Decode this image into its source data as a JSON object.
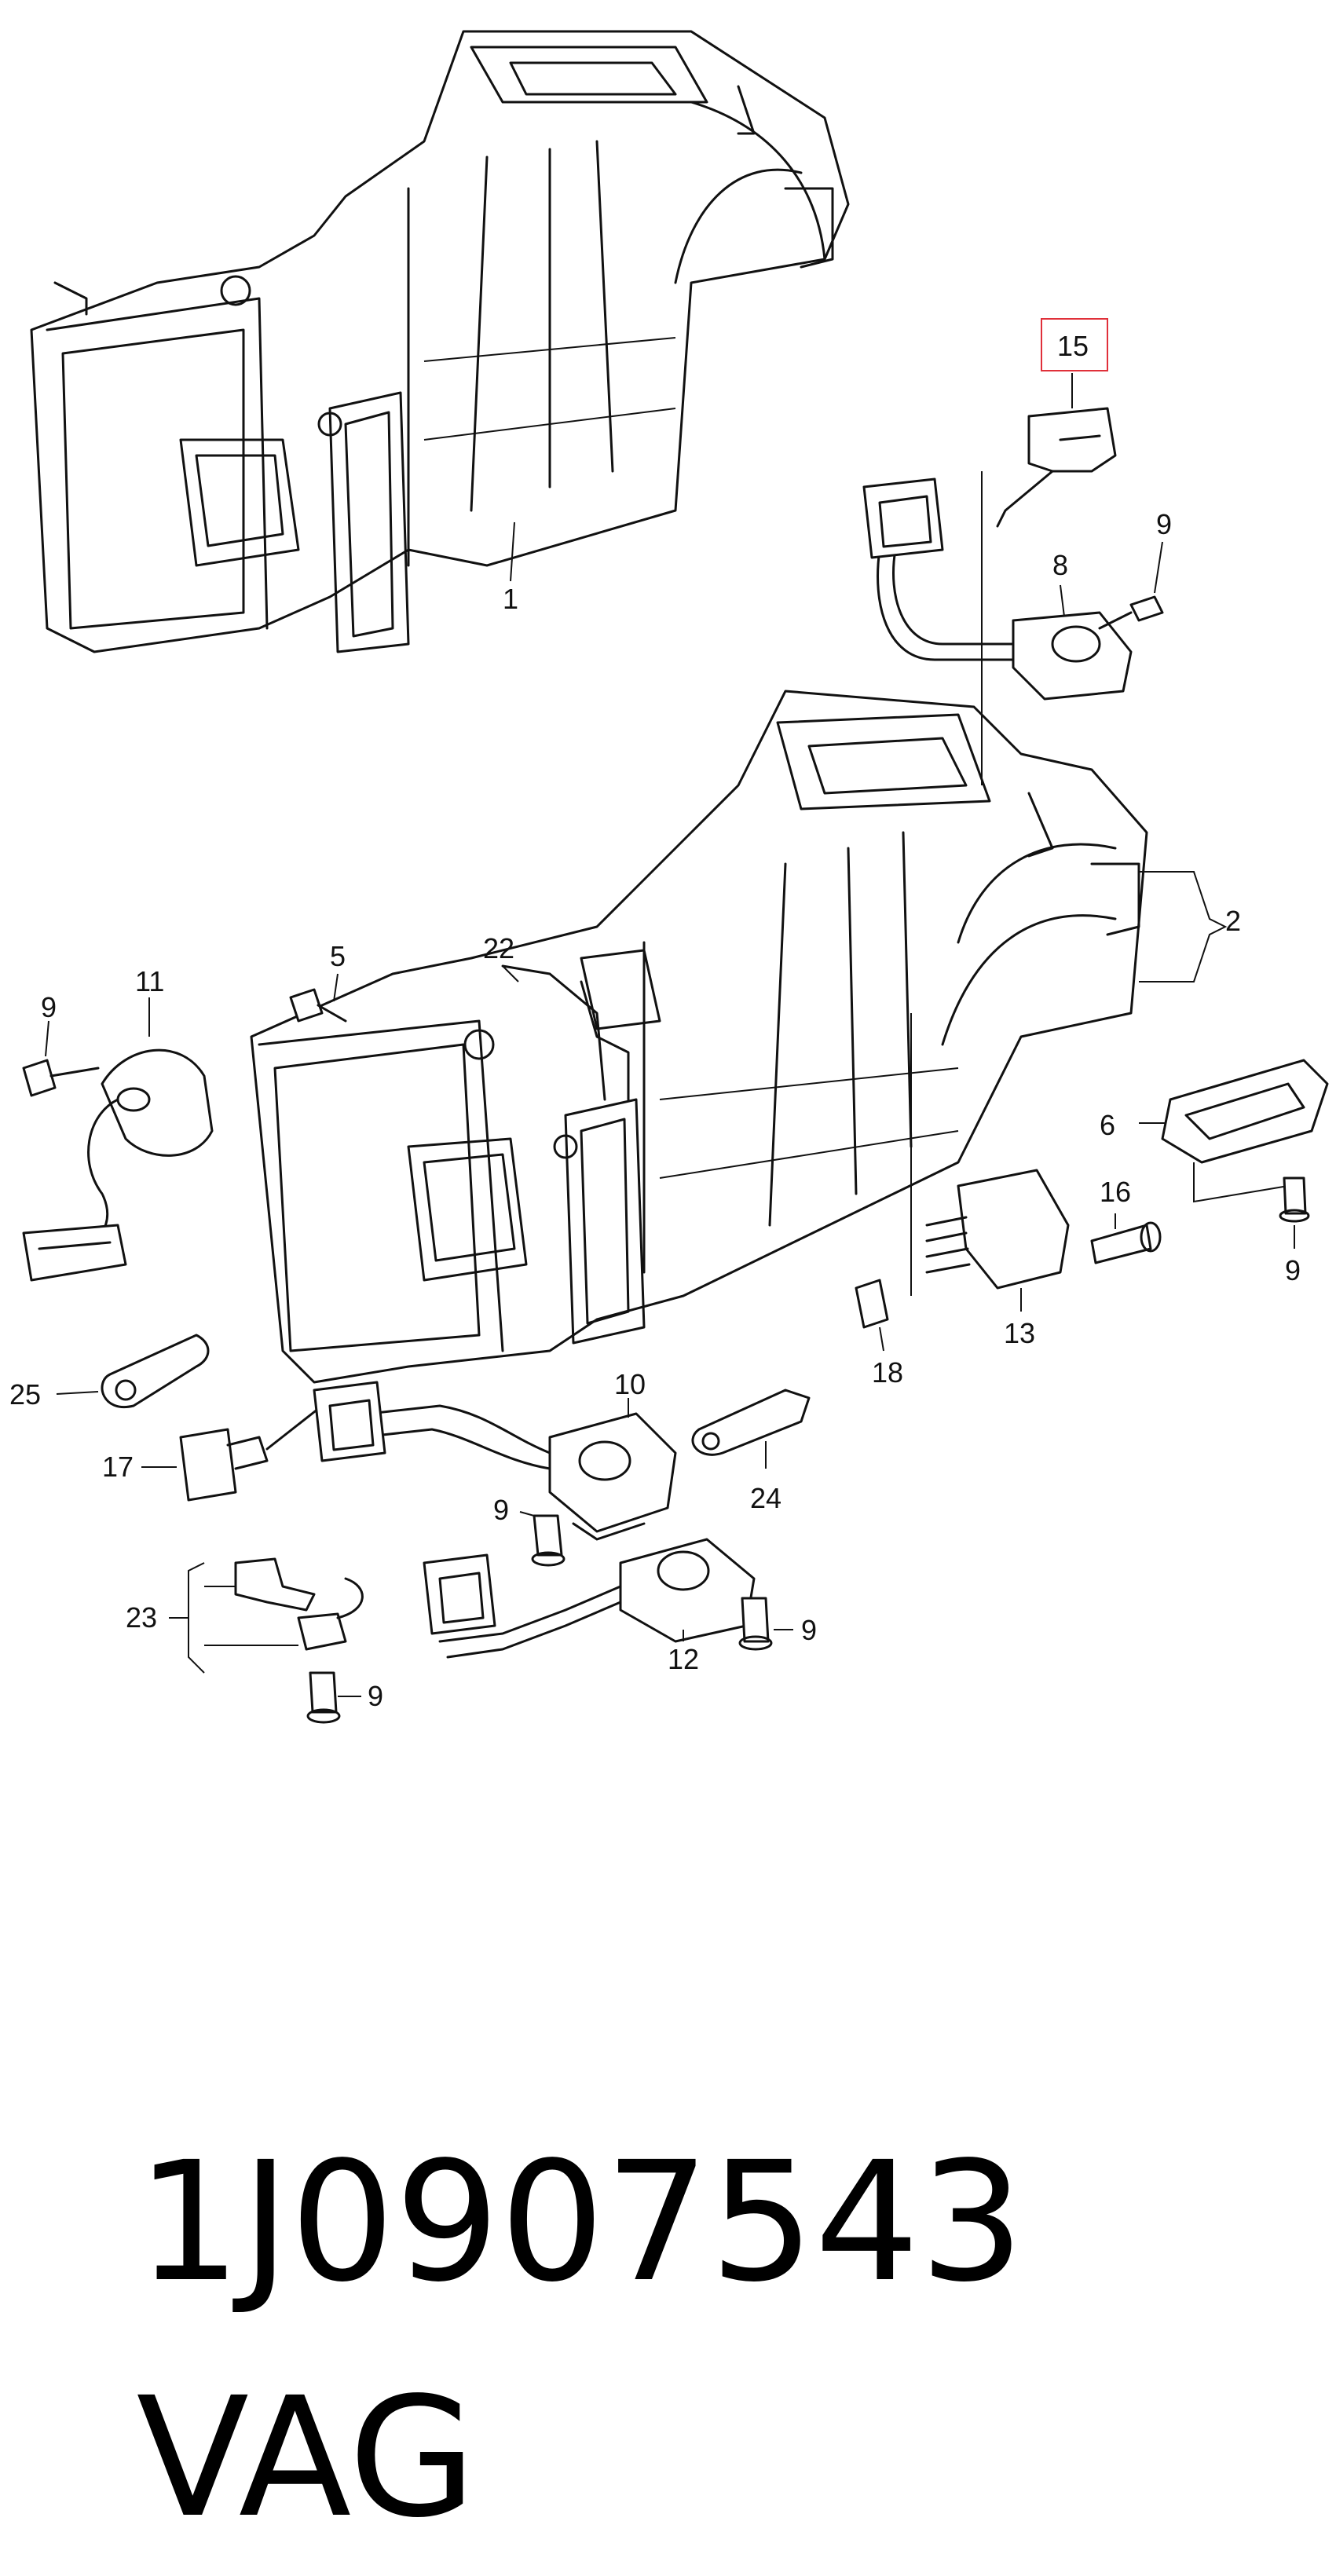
{
  "callouts": {
    "c1": "1",
    "c2": "2",
    "c5": "5",
    "c6": "6",
    "c8": "8",
    "c9a": "9",
    "c9b": "9",
    "c9c": "9",
    "c9d": "9",
    "c9e": "9",
    "c9f": "9",
    "c10": "10",
    "c11": "11",
    "c12": "12",
    "c13": "13",
    "c15": "15",
    "c16": "16",
    "c17": "17",
    "c18": "18",
    "c22": "22",
    "c23": "23",
    "c24": "24",
    "c25": "25"
  },
  "highlight_color": "#e0303a",
  "footer": {
    "part_number": "1J0907543",
    "brand": "VAG"
  }
}
